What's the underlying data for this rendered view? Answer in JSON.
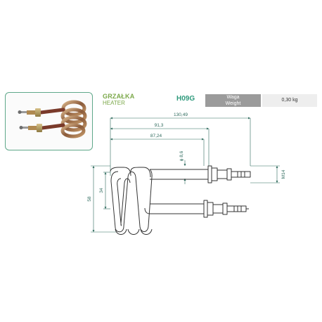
{
  "header": {
    "title_pl": "GRZAŁKA",
    "title_en": "HEATER",
    "code": "H09G"
  },
  "spec": {
    "label_pl": "Waga",
    "label_en": "Weight",
    "value": "0,30 kg"
  },
  "dimensions": {
    "overall_length": "130,49",
    "flange_length": "91,3",
    "coil_to_nut": "87,24",
    "tube_diameter": "ϕ 8,6",
    "thread": "M14",
    "coil_height": "34",
    "total_height": "58"
  },
  "colors": {
    "accent_green": "#7ba849",
    "teal": "#2f9a7c",
    "dimension_line": "#2f6b5e",
    "frame": "#5fa88a"
  }
}
